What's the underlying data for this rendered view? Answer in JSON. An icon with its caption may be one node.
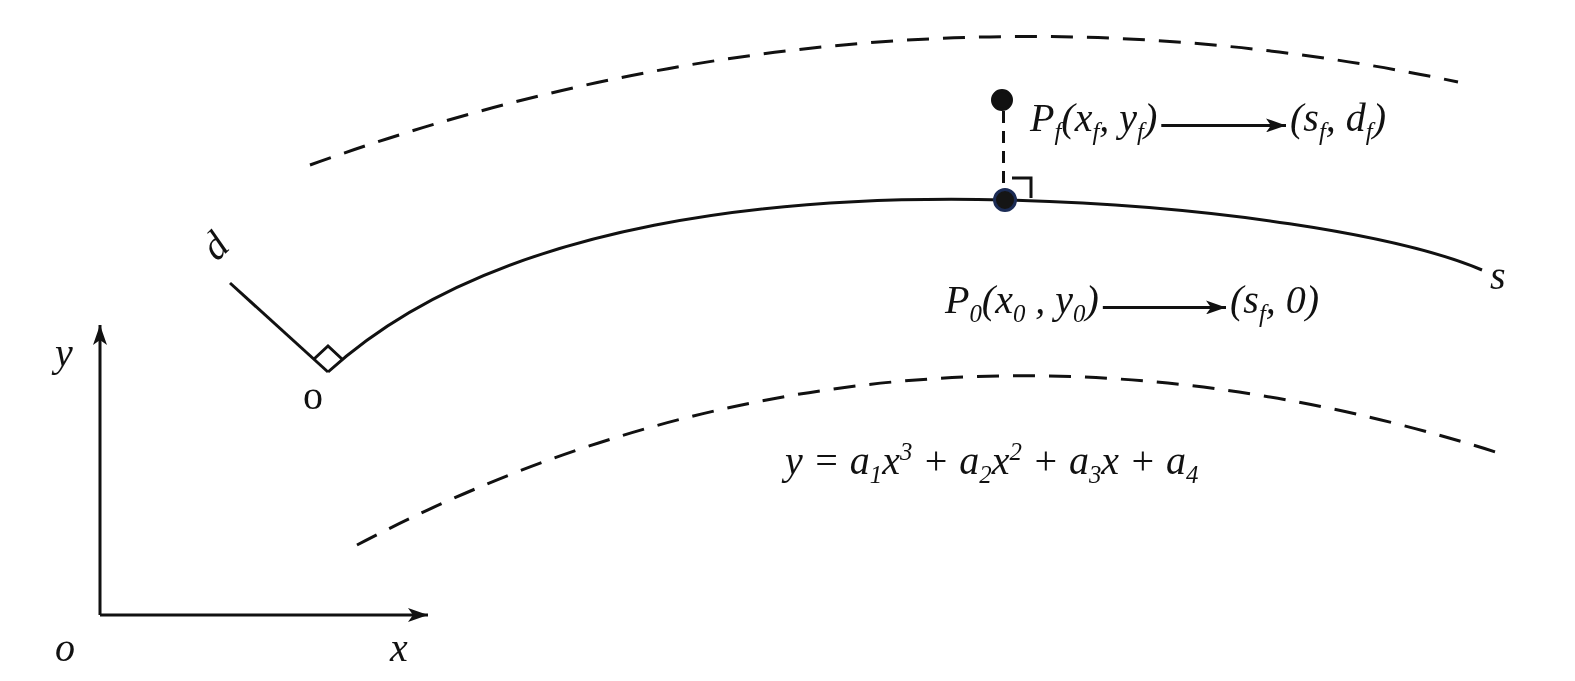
{
  "diagram": {
    "nodes": [
      {
        "text": [],
        "shape": "circle"
      },
      {
        "text": [
          "P$_{f}$(x$_{f}$, y$_{f}$)"
        ]
      },
      {
        "text": [
          "(s$_{f}$, d$_{f}$)"
        ]
      },
      {
        "text": [],
        "shape": "circle"
      },
      {
        "text": [
          "P$_{0}$(x$_{0}$ , y$_{0}$)"
        ]
      },
      {
        "text": [
          "(s$_{f}$, 0)"
        ]
      }
    ],
    "edges": [
      {
        "from": 0,
        "to": 3,
        "arrow": "none",
        "style": "dashed"
      },
      {
        "from": 1,
        "to": 2,
        "arrow": "to"
      },
      {
        "from": 4,
        "to": 5,
        "arrow": "to"
      }
    ],
    "labels": [
      "d",
      "s",
      "y",
      "o",
      "y = a$_{1}$x$^{3}$ + a$_{2}$x$^{2}$ + a$_{3}$x + a$_{4}$",
      "o",
      "x"
    ]
  }
}
